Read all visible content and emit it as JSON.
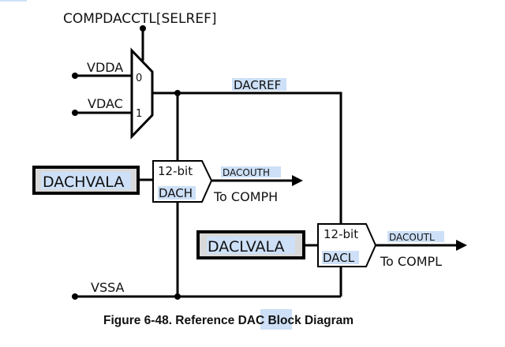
{
  "diagram": {
    "select_signal": "COMPDACCTL[SELREF]",
    "mux": {
      "inputs": [
        {
          "name": "VDDA",
          "index": "0"
        },
        {
          "name": "VDAC",
          "index": "1"
        }
      ],
      "output": "DACREF"
    },
    "ground": "VSSA",
    "dacs": [
      {
        "register": "DACHVALA",
        "bits": "12-bit",
        "name": "DACH",
        "output": "DACOUTH",
        "destination": "To COMPH"
      },
      {
        "register": "DACLVALA",
        "bits": "12-bit",
        "name": "DACL",
        "output": "DACOUTL",
        "destination": "To COMPL"
      }
    ],
    "caption": {
      "prefix": "Figure 6-48. Reference ",
      "highlight": "DAC",
      "suffix": " Block Diagram"
    },
    "colors": {
      "highlight": "#cde0f7",
      "register_fill": "#d9d9d9",
      "line": "#000000"
    }
  }
}
